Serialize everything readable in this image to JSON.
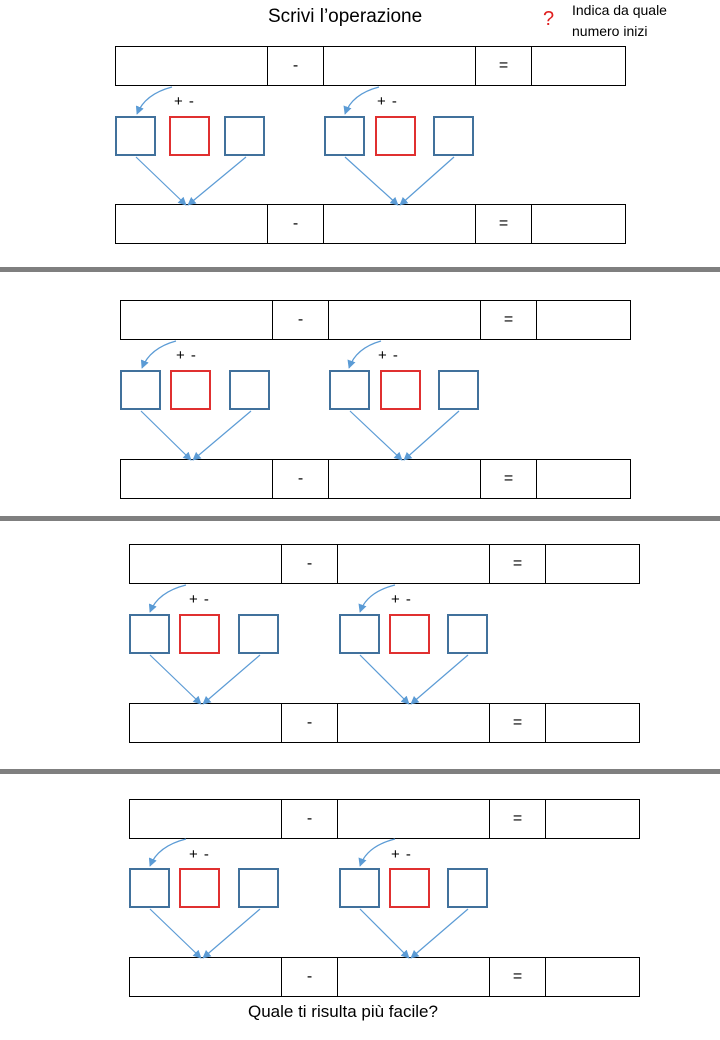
{
  "header": {
    "title": "Scrivi l’operazione",
    "hint_icon": "?",
    "hint_text": "Indica da quale numero inizi"
  },
  "symbols": {
    "minus": "-",
    "equals": "=",
    "plus_minus": "+  -"
  },
  "footer": {
    "question": "Quale ti risulta più facile?"
  },
  "colors": {
    "blue_box": "#41719c",
    "red_box": "#e03030",
    "arrow": "#5b9bd5",
    "divider": "#7f7f7f"
  }
}
